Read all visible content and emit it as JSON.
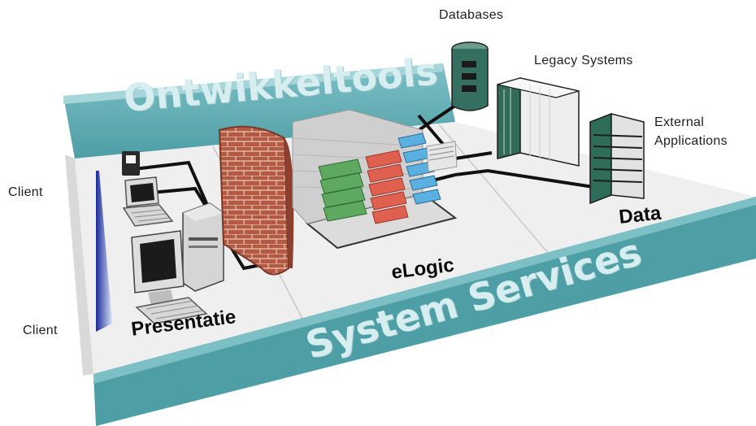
{
  "labels": {
    "databases": "Databases",
    "legacy_systems": "Legacy Systems",
    "external_applications_line1": "External",
    "external_applications_line2": "Applications",
    "client_top": "Client",
    "client_bottom": "Client",
    "ontwikkeltools": "Ontwikkeltools",
    "system_services": "System Services",
    "presentatie": "Presentatie",
    "elogic": "eLogic",
    "data": "Data"
  },
  "colors": {
    "platform_top": "#eeeeee",
    "platform_teal": "#4e9ea5",
    "platform_teal_dark": "#3b8088",
    "firewall_brick": "#b45a42",
    "server_green": "#2f6d5a",
    "blocks_green": "#5fa860",
    "blocks_red": "#e06050",
    "blocks_blue": "#5ab0e0",
    "client_triangle": "#2436a8"
  },
  "icons": [
    "phone-icon",
    "laptop-icon",
    "desktop-computer-icon",
    "firewall-icon",
    "database-icon",
    "legacy-server-icon",
    "external-server-icon",
    "logic-blocks-icon"
  ]
}
